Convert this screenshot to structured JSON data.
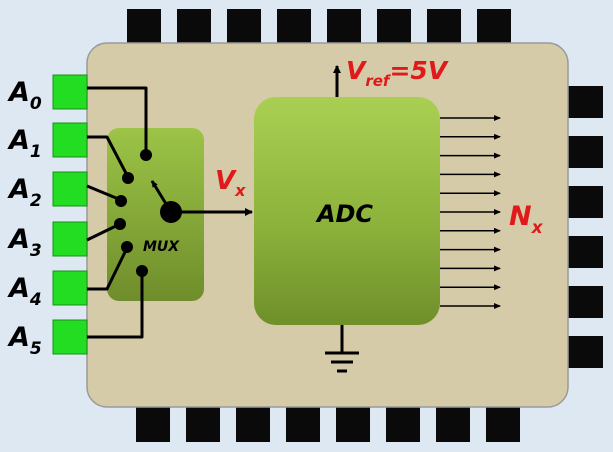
{
  "inputs": [
    {
      "base": "A",
      "sub": "0"
    },
    {
      "base": "A",
      "sub": "1"
    },
    {
      "base": "A",
      "sub": "2"
    },
    {
      "base": "A",
      "sub": "3"
    },
    {
      "base": "A",
      "sub": "4"
    },
    {
      "base": "A",
      "sub": "5"
    }
  ],
  "mux_label": "MUX",
  "adc_label": "ADC",
  "vx": {
    "base": "V",
    "sub": "x"
  },
  "vref": {
    "base": "V",
    "sub": "ref",
    "value": "=5V"
  },
  "nx": {
    "base": "N",
    "sub": "x"
  },
  "output_lines": 11,
  "colors": {
    "background": "#dde8f3",
    "chip_body": "#d6cba8",
    "pin": "#0a0a0a",
    "input_pin": "#22dd22",
    "block_green": "#94b83f",
    "accent_red": "#e01a1a",
    "wire": "#000000"
  }
}
